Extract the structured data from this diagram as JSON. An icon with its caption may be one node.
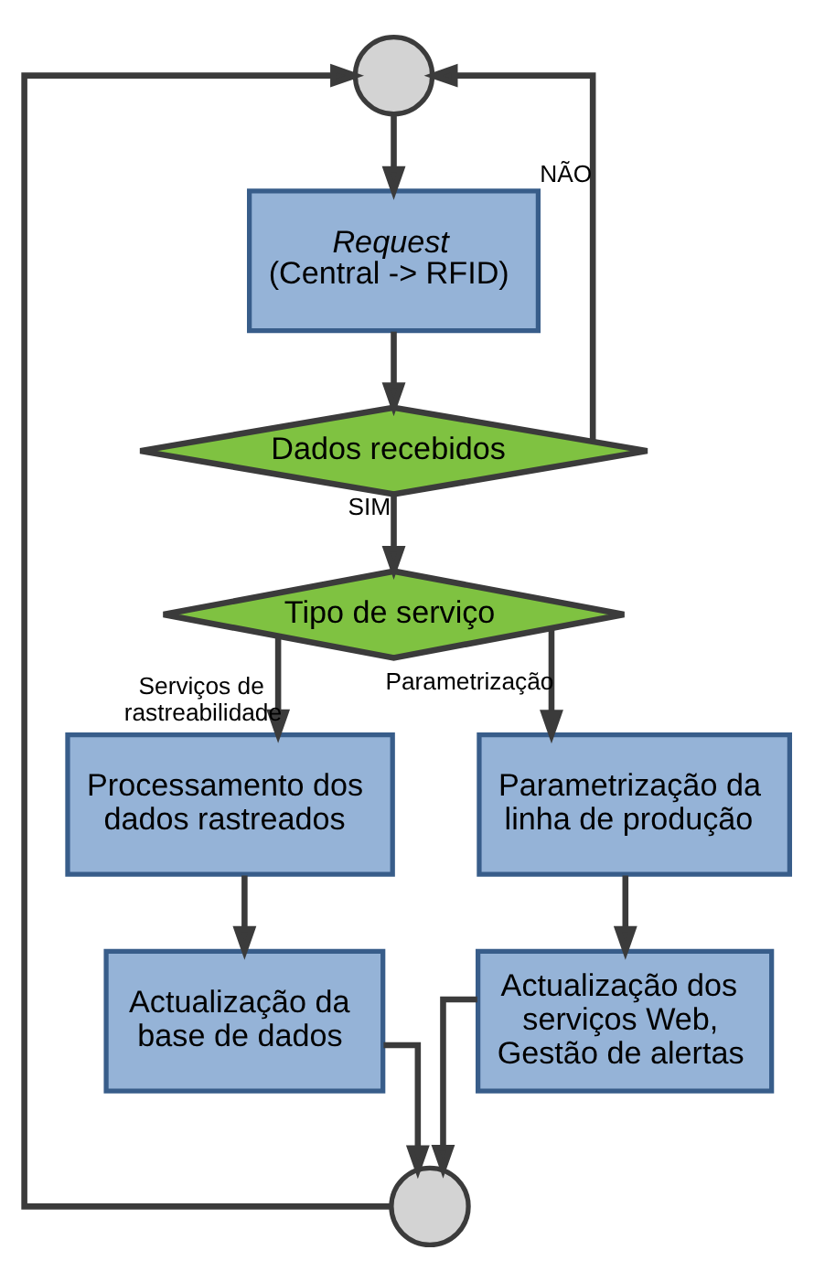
{
  "diagram": {
    "nodes": [
      {
        "text": [],
        "shape": "circle"
      },
      {
        "text": [
          "Request",
          "(Central -> RFID)"
        ]
      },
      {
        "text": [
          "Dados recebidos"
        ]
      },
      {
        "text": [
          "Tipo de serviço"
        ]
      },
      {
        "text": [
          "Processamento dos dados rastreados"
        ]
      },
      {
        "text": [
          "Actualização da base de dados"
        ]
      },
      {
        "text": [
          "Parametrização da linha de produção"
        ]
      },
      {
        "text": [
          "Actualização dos serviços Web, Gestão de alertas"
        ]
      },
      {
        "text": [],
        "shape": "circle"
      }
    ],
    "edges": [
      {
        "from": 0,
        "to": 1,
        "arrow": "to"
      },
      {
        "from": 1,
        "to": 2,
        "arrow": "to"
      },
      {
        "from": 2,
        "to": 3,
        "arrow": "to",
        "label": "SIM"
      },
      {
        "from": 2,
        "to": 0,
        "arrow": "to",
        "label": "NÃO"
      },
      {
        "from": 3,
        "to": 4,
        "arrow": "to",
        "label": "Serviços de rastreabilidade"
      },
      {
        "from": 3,
        "to": 6,
        "arrow": "to",
        "label": "Parametrização"
      },
      {
        "from": 4,
        "to": 5,
        "arrow": "to"
      },
      {
        "from": 6,
        "to": 7,
        "arrow": "to"
      },
      {
        "from": 5,
        "to": 8,
        "arrow": "to"
      },
      {
        "from": 7,
        "to": 8,
        "arrow": "to"
      },
      {
        "from": 8,
        "to": 0,
        "arrow": "to"
      }
    ]
  }
}
